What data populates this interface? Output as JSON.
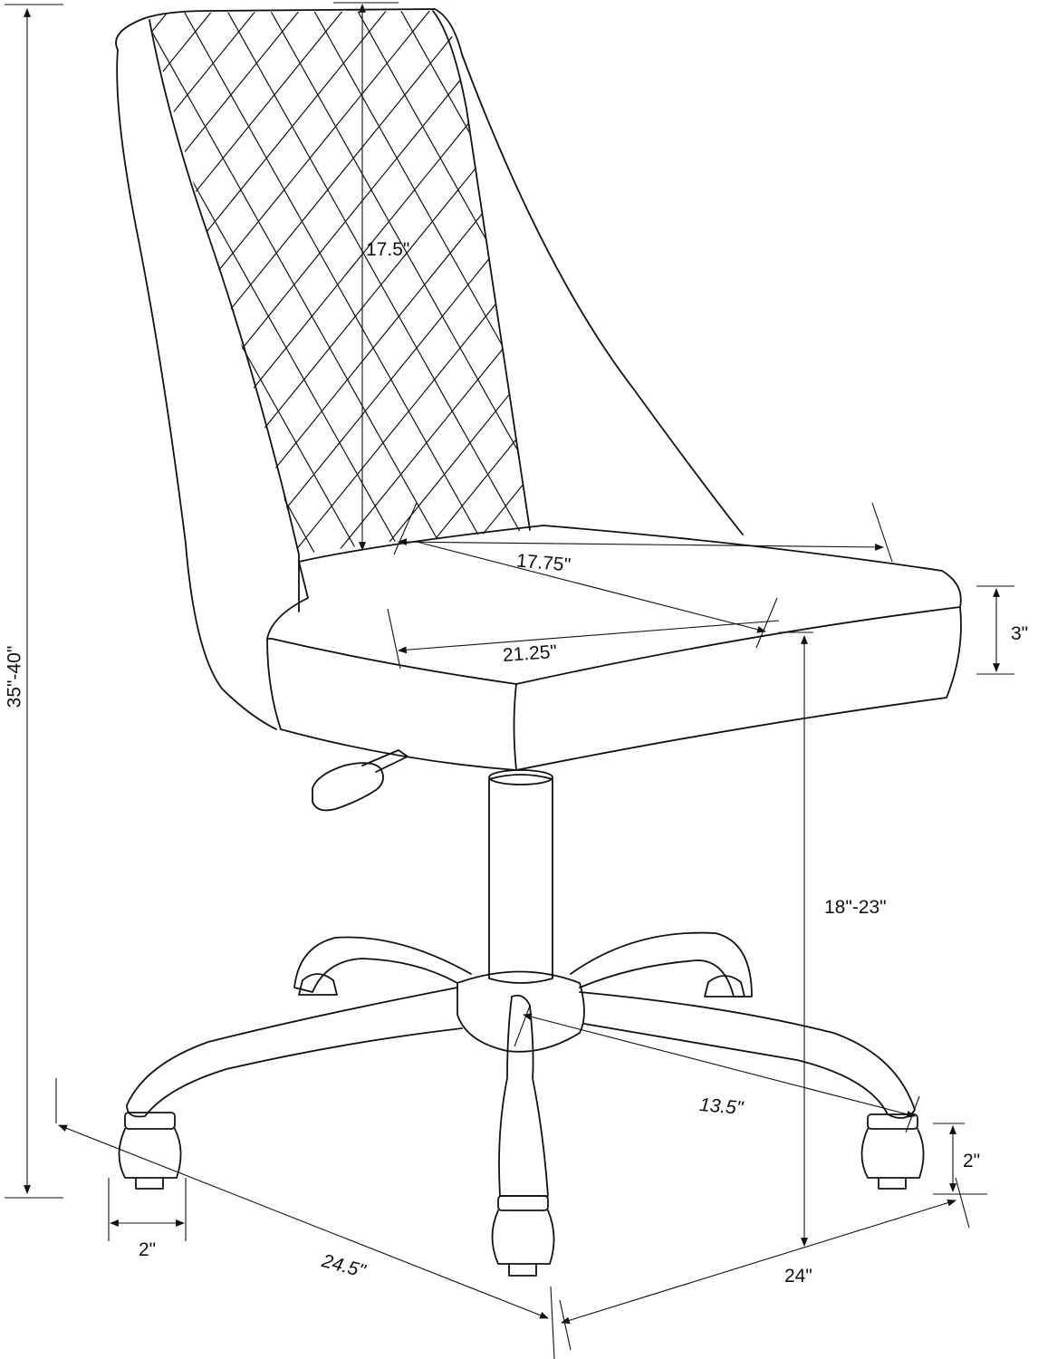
{
  "title": "Office chair dimension diagram",
  "dimensions": {
    "overall_height": "35\"-40\"",
    "backrest_height": "17.5\"",
    "seat_depth": "17.75\"",
    "seat_width": "21.25\"",
    "seat_thickness": "3\"",
    "seat_height": "18\"-23\"",
    "base_radius": "13.5\"",
    "caster_height": "2\"",
    "caster_width": "2\"",
    "base_depth": "24.5\"",
    "base_width": "24\""
  },
  "colors": {
    "line": "#111111",
    "background": "#ffffff"
  }
}
